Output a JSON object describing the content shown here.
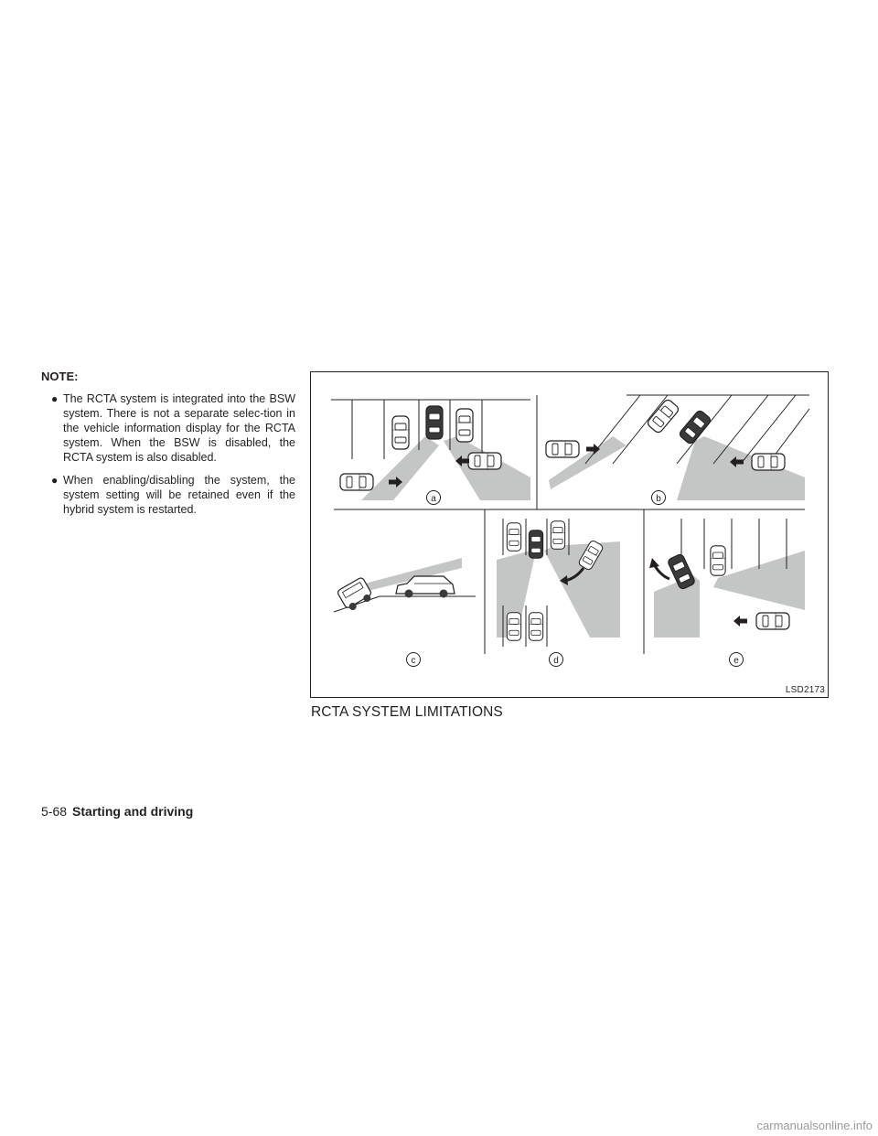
{
  "note": {
    "heading": "NOTE:",
    "bullets": [
      "The RCTA system is integrated into the BSW system. There is not a separate selec-tion in the vehicle information display for the RCTA system. When the BSW is disabled, the RCTA system is also disabled.",
      "When enabling/disabling the system, the system setting will be retained even if the hybrid system is restarted."
    ],
    "bullet_symbol": "●"
  },
  "figure": {
    "code": "LSD2173",
    "panel_labels": [
      "a",
      "b",
      "c",
      "d",
      "e"
    ],
    "sensor_zone_color": "#c3c6c5",
    "line_color": "#231f20"
  },
  "caption": "RCTA SYSTEM LIMITATIONS",
  "footer": {
    "page_number": "5-68",
    "section_title": "Starting and driving"
  },
  "watermark": "carmanualsonline.info"
}
